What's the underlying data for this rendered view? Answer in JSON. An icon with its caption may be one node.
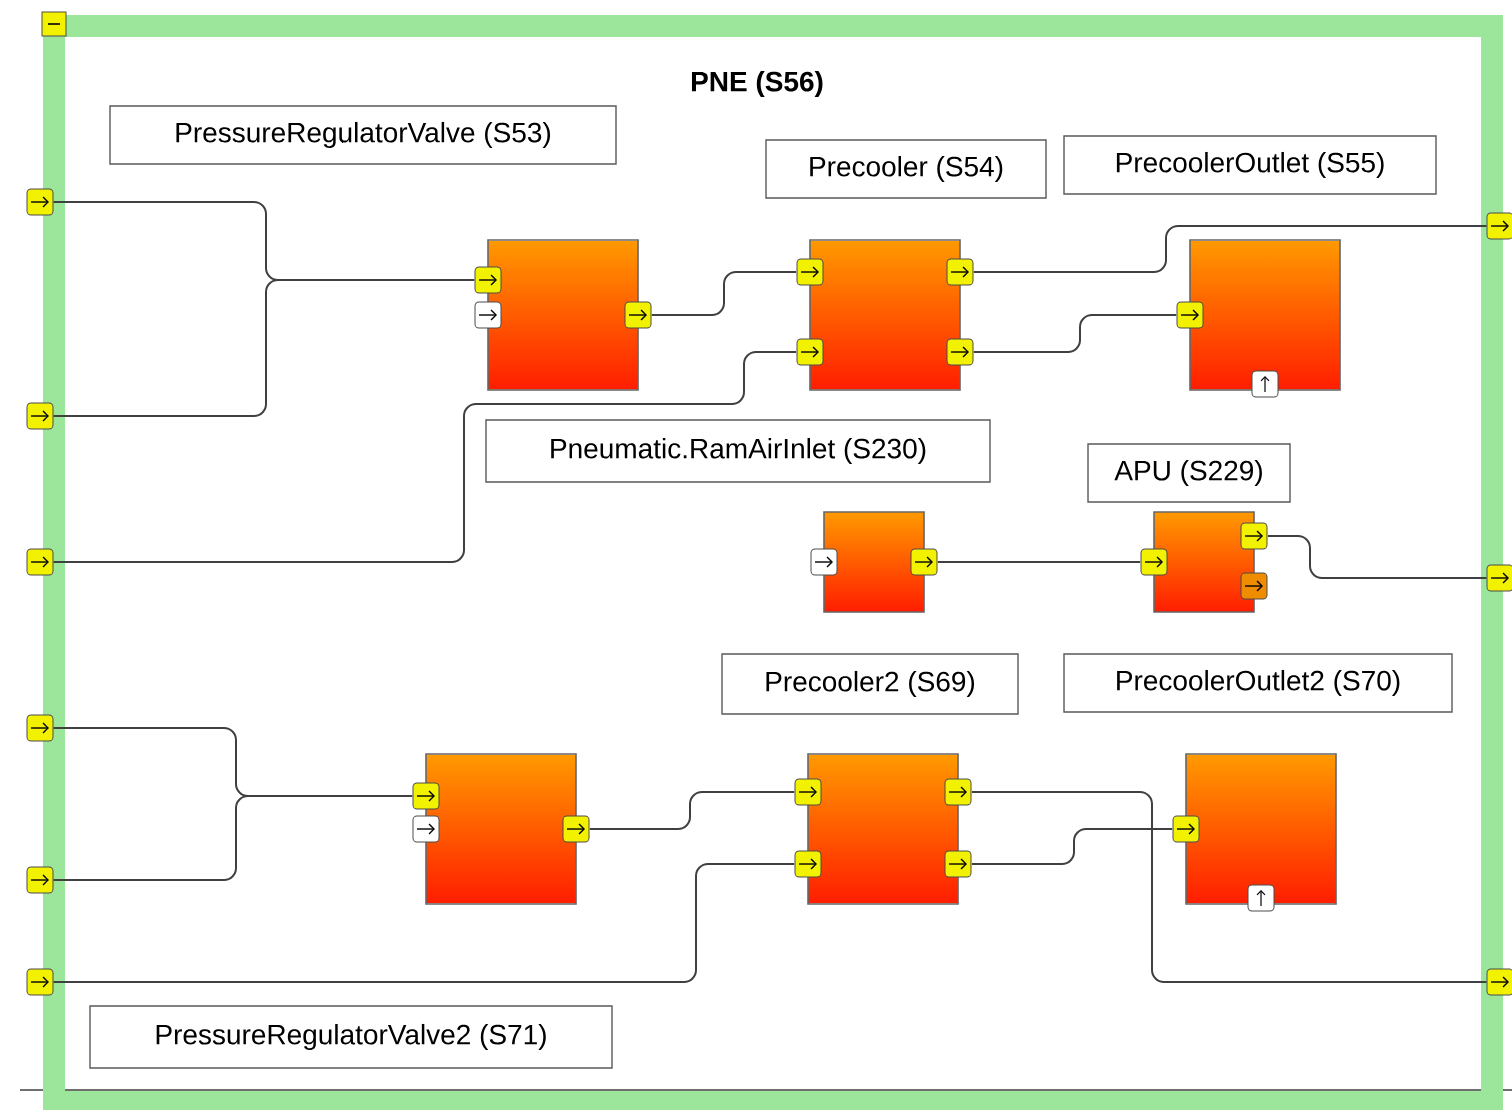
{
  "diagram": {
    "nodes": [
      {
        "text": [
          "PNE (S56)"
        ]
      },
      {
        "text": [
          "PressureRegulatorValve (S53)"
        ],
        "in": 0
      },
      {
        "text": [
          "Precooler (S54)"
        ],
        "in": 0
      },
      {
        "text": [
          "PrecoolerOutlet (S55)"
        ],
        "in": 0
      },
      {
        "text": [
          "Pneumatic.RamAirInlet (S230)"
        ],
        "in": 0
      },
      {
        "text": [
          "APU (S229)"
        ],
        "in": 0
      },
      {
        "text": [
          "Precooler2 (S69)"
        ],
        "in": 0
      },
      {
        "text": [
          "PrecoolerOutlet2 (S70)"
        ],
        "in": 0
      },
      {
        "text": [
          "PressureRegulatorValve2 (S71)"
        ],
        "in": 0
      },
      {
        "text": [],
        "shape": "box",
        "in": 0
      },
      {
        "text": [],
        "shape": "box",
        "in": 0
      },
      {
        "text": [],
        "shape": "box",
        "in": 0
      },
      {
        "text": [],
        "shape": "box",
        "in": 0
      },
      {
        "text": [],
        "shape": "box",
        "in": 0
      },
      {
        "text": [],
        "shape": "box",
        "in": 0
      },
      {
        "text": [],
        "shape": "box",
        "in": 0
      },
      {
        "text": [],
        "shape": "box",
        "in": 0
      },
      {
        "text": [],
        "shape": "box"
      },
      {
        "text": [],
        "shape": "box"
      },
      {
        "text": [],
        "shape": "box"
      },
      {
        "text": [],
        "shape": "box"
      },
      {
        "text": [],
        "shape": "box"
      },
      {
        "text": [],
        "shape": "box"
      },
      {
        "text": [],
        "shape": "box"
      },
      {
        "text": [],
        "shape": "box"
      },
      {
        "text": [],
        "shape": "box"
      },
      {
        "text": [],
        "shape": "box"
      }
    ],
    "edges": [
      {
        "from": 17,
        "to": 9,
        "arrow": "none"
      },
      {
        "from": 18,
        "to": 9,
        "arrow": "none"
      },
      {
        "from": 9,
        "to": 10,
        "arrow": "none"
      },
      {
        "from": 19,
        "to": 10,
        "arrow": "none"
      },
      {
        "from": 10,
        "to": 23,
        "arrow": "none"
      },
      {
        "from": 10,
        "to": 11,
        "arrow": "none"
      },
      {
        "from": 12,
        "to": 13,
        "arrow": "none"
      },
      {
        "from": 13,
        "to": 24,
        "arrow": "none"
      },
      {
        "from": 20,
        "to": 14,
        "arrow": "none"
      },
      {
        "from": 21,
        "to": 14,
        "arrow": "none"
      },
      {
        "from": 14,
        "to": 15,
        "arrow": "none"
      },
      {
        "from": 22,
        "to": 15,
        "arrow": "none"
      },
      {
        "from": 15,
        "to": 25,
        "arrow": "none"
      },
      {
        "from": 15,
        "to": 16,
        "arrow": "none"
      }
    ]
  }
}
